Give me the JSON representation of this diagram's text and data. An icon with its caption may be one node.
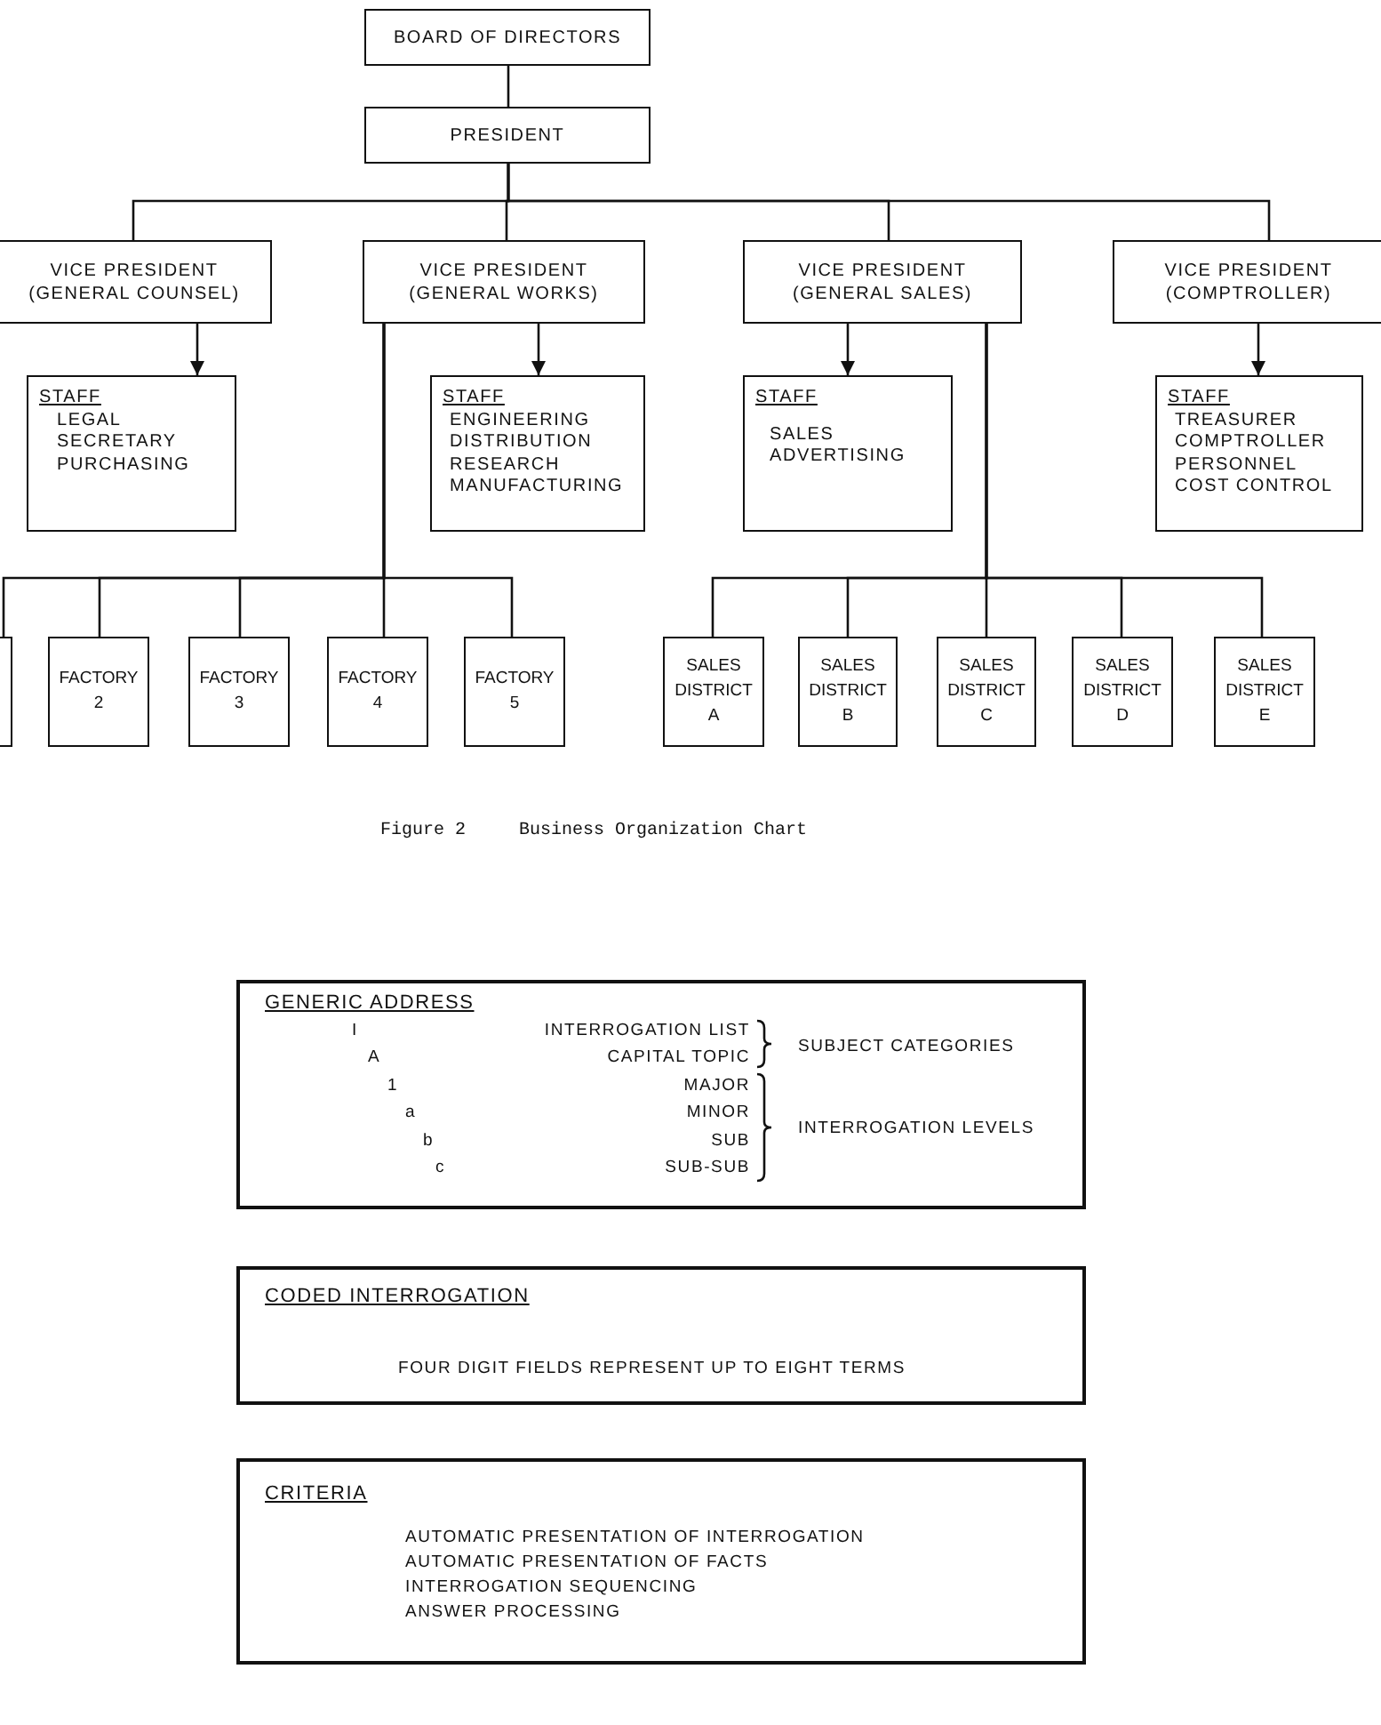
{
  "diagram": {
    "caption": "Figure 2     Business Organization Chart",
    "nodes": [
      {
        "text": [
          "BOARD OF DIRECTORS"
        ]
      },
      {
        "text": [
          "PRESIDENT"
        ]
      },
      {
        "text": [
          "VICE PRESIDENT",
          "(GENERAL COUNSEL)"
        ]
      },
      {
        "text": [
          "VICE PRESIDENT",
          "(GENERAL WORKS)"
        ]
      },
      {
        "text": [
          "VICE PRESIDENT",
          "(GENERAL SALES)"
        ]
      },
      {
        "text": [
          "VICE PRESIDENT",
          "(COMPTROLLER)"
        ]
      },
      {
        "text": [
          "STAFF",
          "LEGAL",
          "SECRETARY",
          "PURCHASING"
        ]
      },
      {
        "text": [
          "STAFF",
          "ENGINEERING",
          "DISTRIBUTION",
          "RESEARCH",
          "MANUFACTURING"
        ]
      },
      {
        "text": [
          "STAFF",
          "SALES",
          "ADVERTISING"
        ]
      },
      {
        "text": [
          "STAFF",
          "TREASURER",
          "COMPTROLLER",
          "PERSONNEL",
          "COST CONTROL"
        ]
      },
      {
        "text": [],
        "shape": "box"
      },
      {
        "text": [
          "FACTORY",
          "2"
        ]
      },
      {
        "text": [
          "FACTORY",
          "3"
        ]
      },
      {
        "text": [
          "FACTORY",
          "4"
        ]
      },
      {
        "text": [
          "FACTORY",
          "5"
        ]
      },
      {
        "text": [
          "SALES",
          "DISTRICT",
          "A"
        ]
      },
      {
        "text": [
          "SALES",
          "DISTRICT",
          "B"
        ]
      },
      {
        "text": [
          "SALES",
          "DISTRICT",
          "C"
        ]
      },
      {
        "text": [
          "SALES",
          "DISTRICT",
          "D"
        ]
      },
      {
        "text": [
          "SALES",
          "DISTRICT",
          "E"
        ]
      },
      {
        "text": [
          "GENERIC ADDRESS",
          "I",
          "INTERROGATION LIST",
          "A",
          "CAPITAL TOPIC",
          "SUBJECT CATEGORIES",
          "1",
          "MAJOR",
          "a",
          "MINOR",
          "b",
          "SUB",
          "c",
          "SUB-SUB",
          "INTERROGATION LEVELS"
        ]
      },
      {
        "text": [
          "CODED INTERROGATION",
          "FOUR DIGIT FIELDS REPRESENT UP TO EIGHT TERMS"
        ]
      },
      {
        "text": [
          "CRITERIA",
          "AUTOMATIC PRESENTATION OF INTERROGATION",
          "AUTOMATIC PRESENTATION OF FACTS",
          "INTERROGATION SEQUENCING",
          "ANSWER PROCESSING"
        ]
      }
    ],
    "edges": [
      {
        "from": 0,
        "to": 1,
        "arrow": "none"
      },
      {
        "from": 1,
        "to": 2,
        "arrow": "none"
      },
      {
        "from": 1,
        "to": 3,
        "arrow": "none"
      },
      {
        "from": 1,
        "to": 4,
        "arrow": "none"
      },
      {
        "from": 1,
        "to": 5,
        "arrow": "none"
      },
      {
        "from": 2,
        "to": 6,
        "arrow": "to"
      },
      {
        "from": 3,
        "to": 7,
        "arrow": "to"
      },
      {
        "from": 4,
        "to": 8,
        "arrow": "to"
      },
      {
        "from": 5,
        "to": 9,
        "arrow": "to"
      },
      {
        "from": 3,
        "to": 10,
        "arrow": "none"
      },
      {
        "from": 3,
        "to": 11,
        "arrow": "none"
      },
      {
        "from": 3,
        "to": 12,
        "arrow": "none"
      },
      {
        "from": 3,
        "to": 13,
        "arrow": "none"
      },
      {
        "from": 3,
        "to": 14,
        "arrow": "none"
      },
      {
        "from": 4,
        "to": 15,
        "arrow": "none"
      },
      {
        "from": 4,
        "to": 16,
        "arrow": "none"
      },
      {
        "from": 4,
        "to": 17,
        "arrow": "none"
      },
      {
        "from": 4,
        "to": 18,
        "arrow": "none"
      },
      {
        "from": 4,
        "to": 19,
        "arrow": "none"
      }
    ]
  }
}
